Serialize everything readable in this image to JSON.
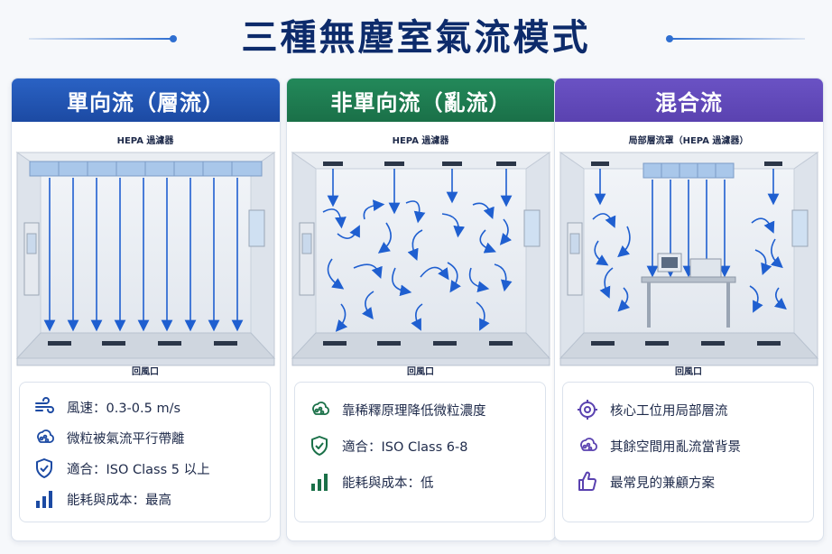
{
  "title": "三種無塵室氣流模式",
  "colors": {
    "blue": "#1c4aa3",
    "green": "#1a7048",
    "purple": "#5a42b0",
    "navy": "#0d2b6b"
  },
  "panels": [
    {
      "header": "單向流（層流）",
      "filter_label": "HEPA 過濾器",
      "return_label": "回風口",
      "features": [
        {
          "icon": "wind-icon",
          "text": "風速：0.3-0.5 m/s"
        },
        {
          "icon": "particles-icon",
          "text": "微粒被氣流平行帶離"
        },
        {
          "icon": "shield-check-icon",
          "text": "適合：ISO Class 5 以上"
        },
        {
          "icon": "bar-chart-icon",
          "text": "能耗與成本：最高"
        }
      ]
    },
    {
      "header": "非單向流（亂流）",
      "filter_label": "HEPA 過濾器",
      "return_label": "回風口",
      "features": [
        {
          "icon": "particles-icon",
          "text": "靠稀釋原理降低微粒濃度"
        },
        {
          "icon": "shield-check-icon",
          "text": "適合：ISO Class 6-8"
        },
        {
          "icon": "bar-chart-icon",
          "text": "能耗與成本：低"
        }
      ]
    },
    {
      "header": "混合流",
      "filter_label": "局部層流罩（HEPA 過濾器）",
      "return_label": "回風口",
      "features": [
        {
          "icon": "target-icon",
          "text": "核心工位用局部層流"
        },
        {
          "icon": "particles-icon",
          "text": "其餘空間用亂流當背景"
        },
        {
          "icon": "thumbs-up-icon",
          "text": "最常見的兼顧方案"
        }
      ]
    }
  ]
}
